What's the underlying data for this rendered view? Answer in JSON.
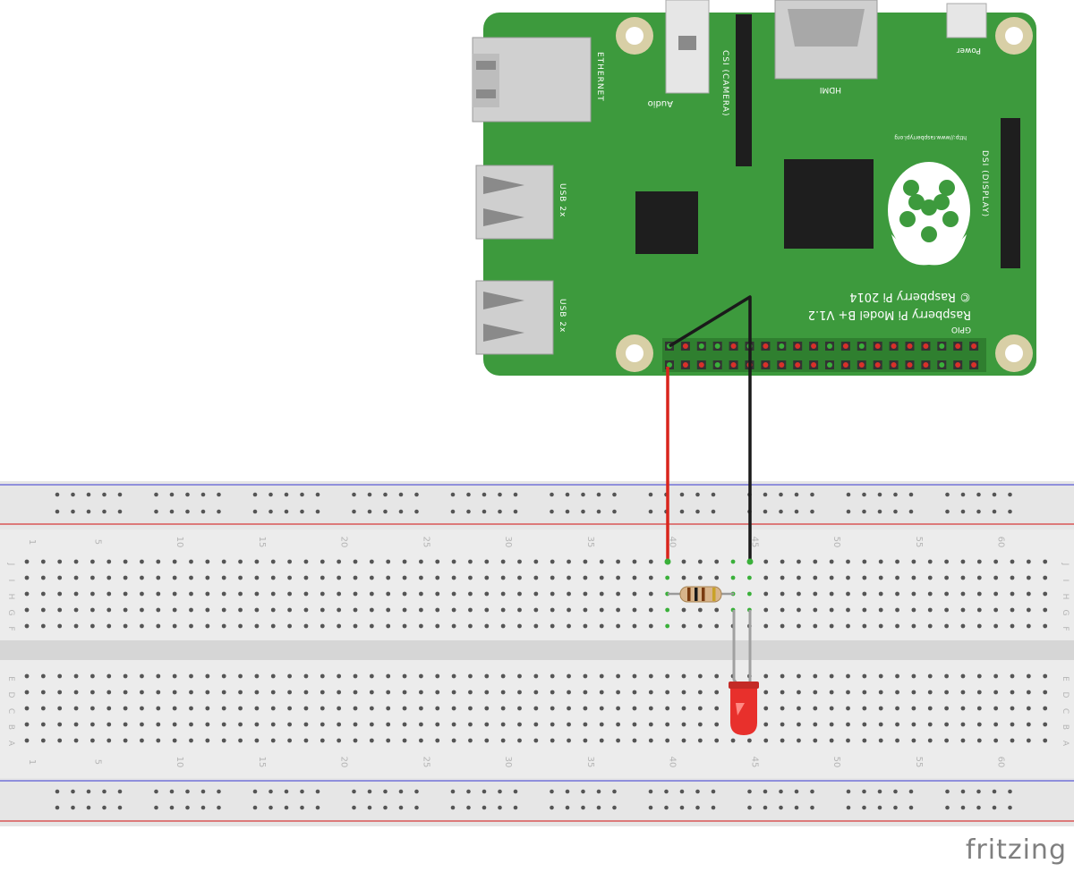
{
  "app": {
    "watermark": "fritzing"
  },
  "pi": {
    "labels": {
      "ethernet": "ETHERNET",
      "usb1": "USB 2x",
      "usb2": "USB 2x",
      "audio": "Audio",
      "csi": "CSI (CAMERA)",
      "hdmi": "HDMI",
      "power": "Power",
      "dsi": "DSI (DISPLAY)",
      "url": "http://www.raspberrypi.org",
      "model": "Raspberry Pi Model B+ V1.2",
      "copyright": "© Raspberry Pi 2014",
      "gpio": "GPIO"
    },
    "colors": {
      "board": "#3d9a3d",
      "board_dark": "#2f7f2f",
      "hole": "#d8cfa6",
      "pin_red": "#d9302a",
      "pin_green": "#3ab03a",
      "pin_dark": "#555555"
    }
  },
  "breadboard": {
    "column_numbers": [
      "1",
      "5",
      "10",
      "15",
      "20",
      "25",
      "30",
      "35",
      "40",
      "45",
      "50",
      "55",
      "60"
    ],
    "row_letters_top": [
      "J",
      "I",
      "H",
      "G",
      "F"
    ],
    "row_letters_bottom": [
      "E",
      "D",
      "C",
      "B",
      "A"
    ],
    "colors": {
      "body": "#e6e6e6",
      "hole": "#555555",
      "rail_blue": "#5b5bd6",
      "rail_red": "#d63a3a",
      "active": "#3ab03a"
    }
  },
  "components": {
    "wire_red_color": "#d9251c",
    "wire_black_color": "#1a1a1a",
    "led_color": "#e8302c",
    "resistor_body": "#d8b48a"
  }
}
